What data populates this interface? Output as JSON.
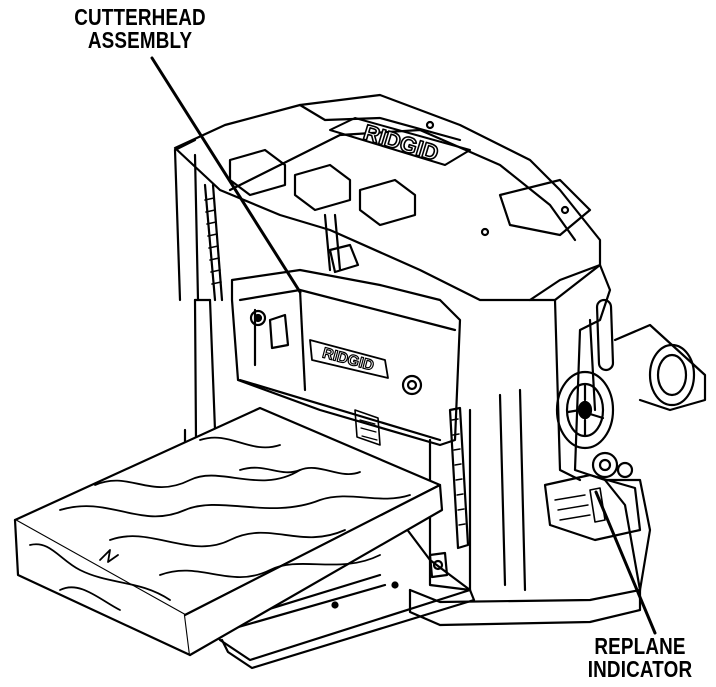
{
  "callouts": {
    "cutterhead": {
      "line1": "CUTTERHEAD",
      "line2": "ASSEMBLY"
    },
    "replane": {
      "line1": "REPLANE",
      "line2": "INDICATOR"
    }
  },
  "brand": {
    "top_logo": "RIDGID",
    "cutterhead_logo": "RIDGID"
  },
  "colors": {
    "ink": "#000000",
    "paper": "#ffffff"
  }
}
